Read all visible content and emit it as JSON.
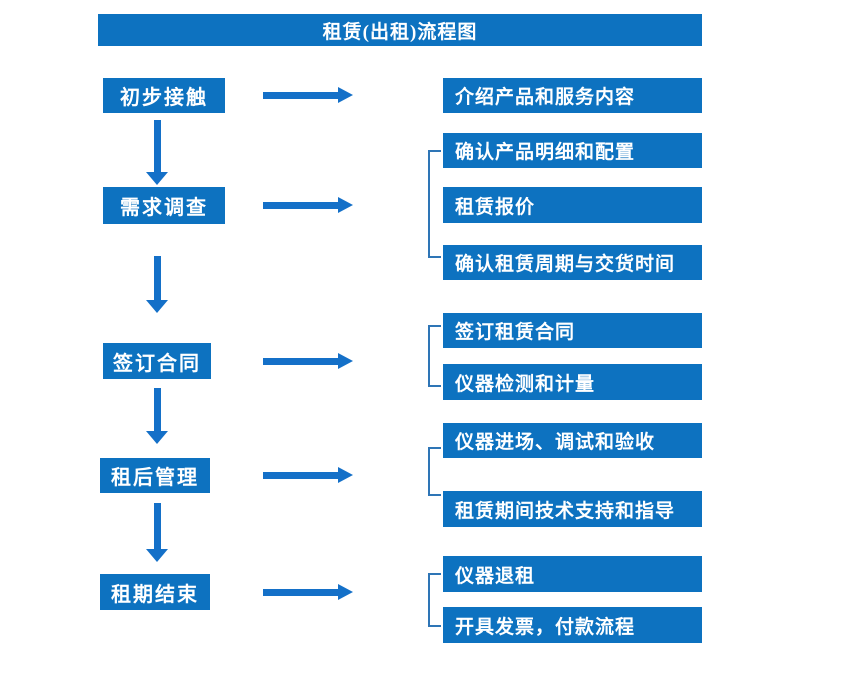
{
  "title": "租赁(出租)流程图",
  "colors": {
    "box_blue": "#0d72c0",
    "arrow_blue": "#1470c8",
    "bracket_blue": "#2e75b6",
    "text_white": "#ffffff",
    "background": "#ffffff"
  },
  "flow": {
    "steps": [
      {
        "label": "初步接触",
        "details": [
          "介绍产品和服务内容"
        ]
      },
      {
        "label": "需求调查",
        "details": [
          "确认产品明细和配置",
          "租赁报价",
          "确认租赁周期与交货时间"
        ]
      },
      {
        "label": "签订合同",
        "details": [
          "签订租赁合同",
          "仪器检测和计量"
        ]
      },
      {
        "label": "租后管理",
        "details": [
          "仪器进场、调试和验收",
          "租赁期间技术支持和指导"
        ]
      },
      {
        "label": "租期结束",
        "details": [
          "仪器退租",
          "开具发票，付款流程"
        ]
      }
    ]
  }
}
